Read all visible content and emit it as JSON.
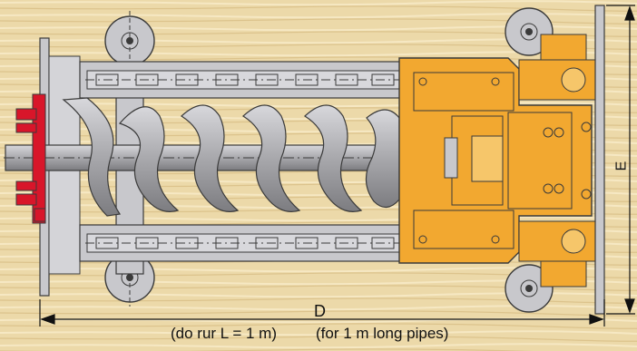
{
  "labels": {
    "d": "D",
    "e": "E",
    "caption_cs": "(do rur L = 1 m)",
    "caption_en": "(for 1 m long pipes)"
  },
  "colors": {
    "background": "#ecd9a9",
    "frame": "#c8c8cc",
    "frame_stroke": "#3a3a3a",
    "motor": "#f2a830",
    "cutter": "#d8162a",
    "auger": "#b0b0b4"
  },
  "icons": {
    "wheel": "wheel-icon",
    "cutter": "cutter-head-icon"
  }
}
